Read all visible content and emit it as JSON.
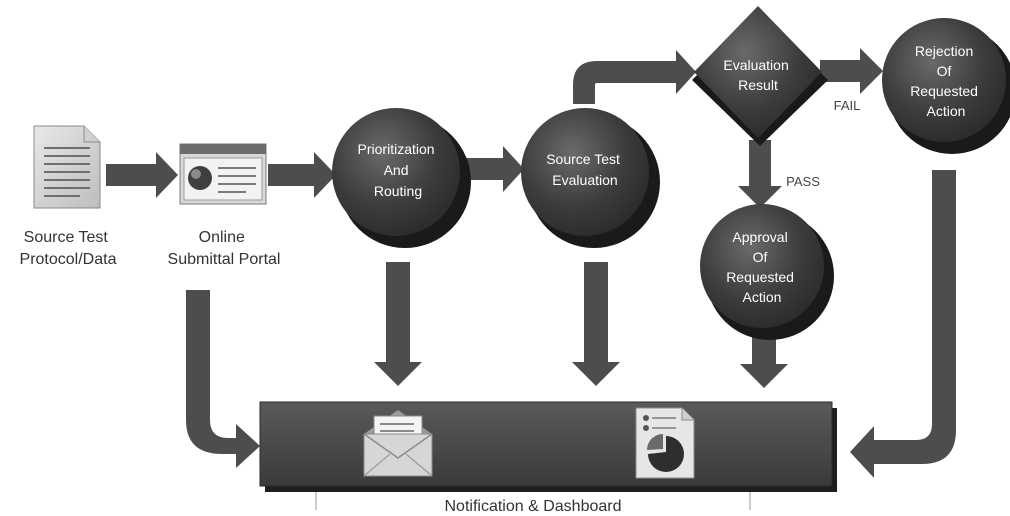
{
  "diagram": {
    "nodes": {
      "source": {
        "caption_lines": [
          "Source Test",
          "Protocol/Data"
        ],
        "icon": "document-icon"
      },
      "portal": {
        "caption_lines": [
          "Online",
          "Submittal Portal"
        ],
        "icon": "web-portal-icon"
      },
      "prioritization": {
        "label_lines": [
          "Prioritization",
          "And",
          "Routing"
        ]
      },
      "evaluation": {
        "label_lines": [
          "Source Test",
          "Evaluation"
        ]
      },
      "decision": {
        "label_lines": [
          "Evaluation",
          "Result"
        ]
      },
      "rejection": {
        "label_lines": [
          "Rejection",
          "Of",
          "Requested",
          "Action"
        ]
      },
      "approval": {
        "label_lines": [
          "Approval",
          "Of",
          "Requested",
          "Action"
        ]
      },
      "dashboard": {
        "label": "Notification & Dashboard",
        "icons": [
          "envelope-icon",
          "report-chart-icon"
        ]
      }
    },
    "edge_labels": {
      "fail": "FAIL",
      "pass": "PASS"
    },
    "colors": {
      "arrow": "#4d4d4d",
      "circle_fill": "#3b3b3b",
      "circle_shadow": "#1a1a1a",
      "bar_fill": "#4a4a4a",
      "text_light": "#ffffff",
      "text_dark": "#333333"
    }
  }
}
